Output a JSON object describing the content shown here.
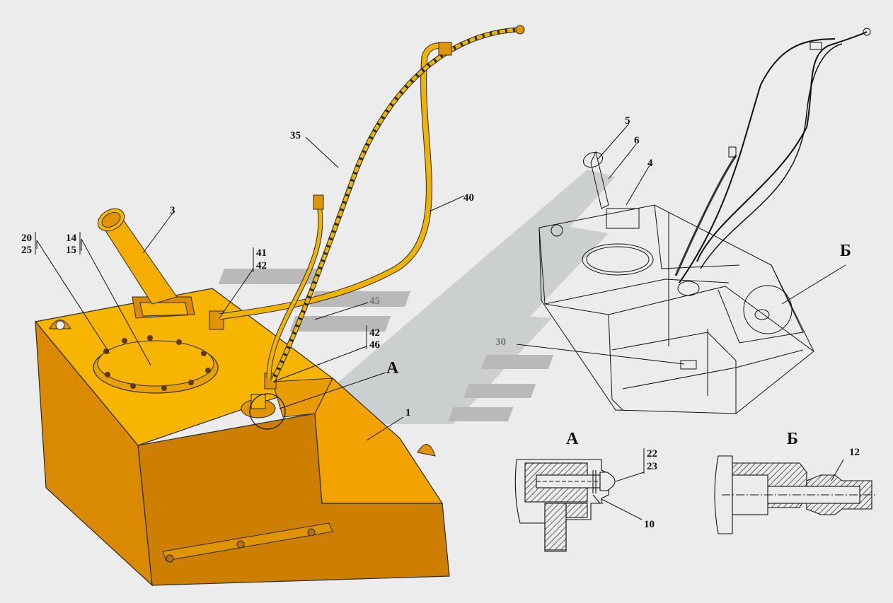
{
  "colors": {
    "tank_front": "#cc7f00",
    "tank_side": "#f5a800",
    "tank_top": "#f7b500",
    "hose": "#f0b400",
    "outline": "#2a2a2a",
    "background": "#ececec",
    "watermark": "#c9cccc",
    "watermark_bars": "#b4b4b4"
  },
  "callouts": {
    "c3": "3",
    "c35": "35",
    "c40": "40",
    "c20": "20",
    "c25": "25",
    "c14": "14",
    "c15": "15",
    "c41": "41",
    "c42a": "42",
    "c45": "45",
    "c42b": "42",
    "c46": "46",
    "cA": "А",
    "c1": "1",
    "c5": "5",
    "c6": "6",
    "c4": "4",
    "cB": "Б",
    "c30": "30",
    "c22": "22",
    "c23": "23",
    "c10": "10",
    "c12": "12"
  },
  "views": {
    "detail_a_title": "А",
    "detail_b_title": "Б"
  },
  "icons": {
    "watermark": "chevron-logo-watermark"
  }
}
